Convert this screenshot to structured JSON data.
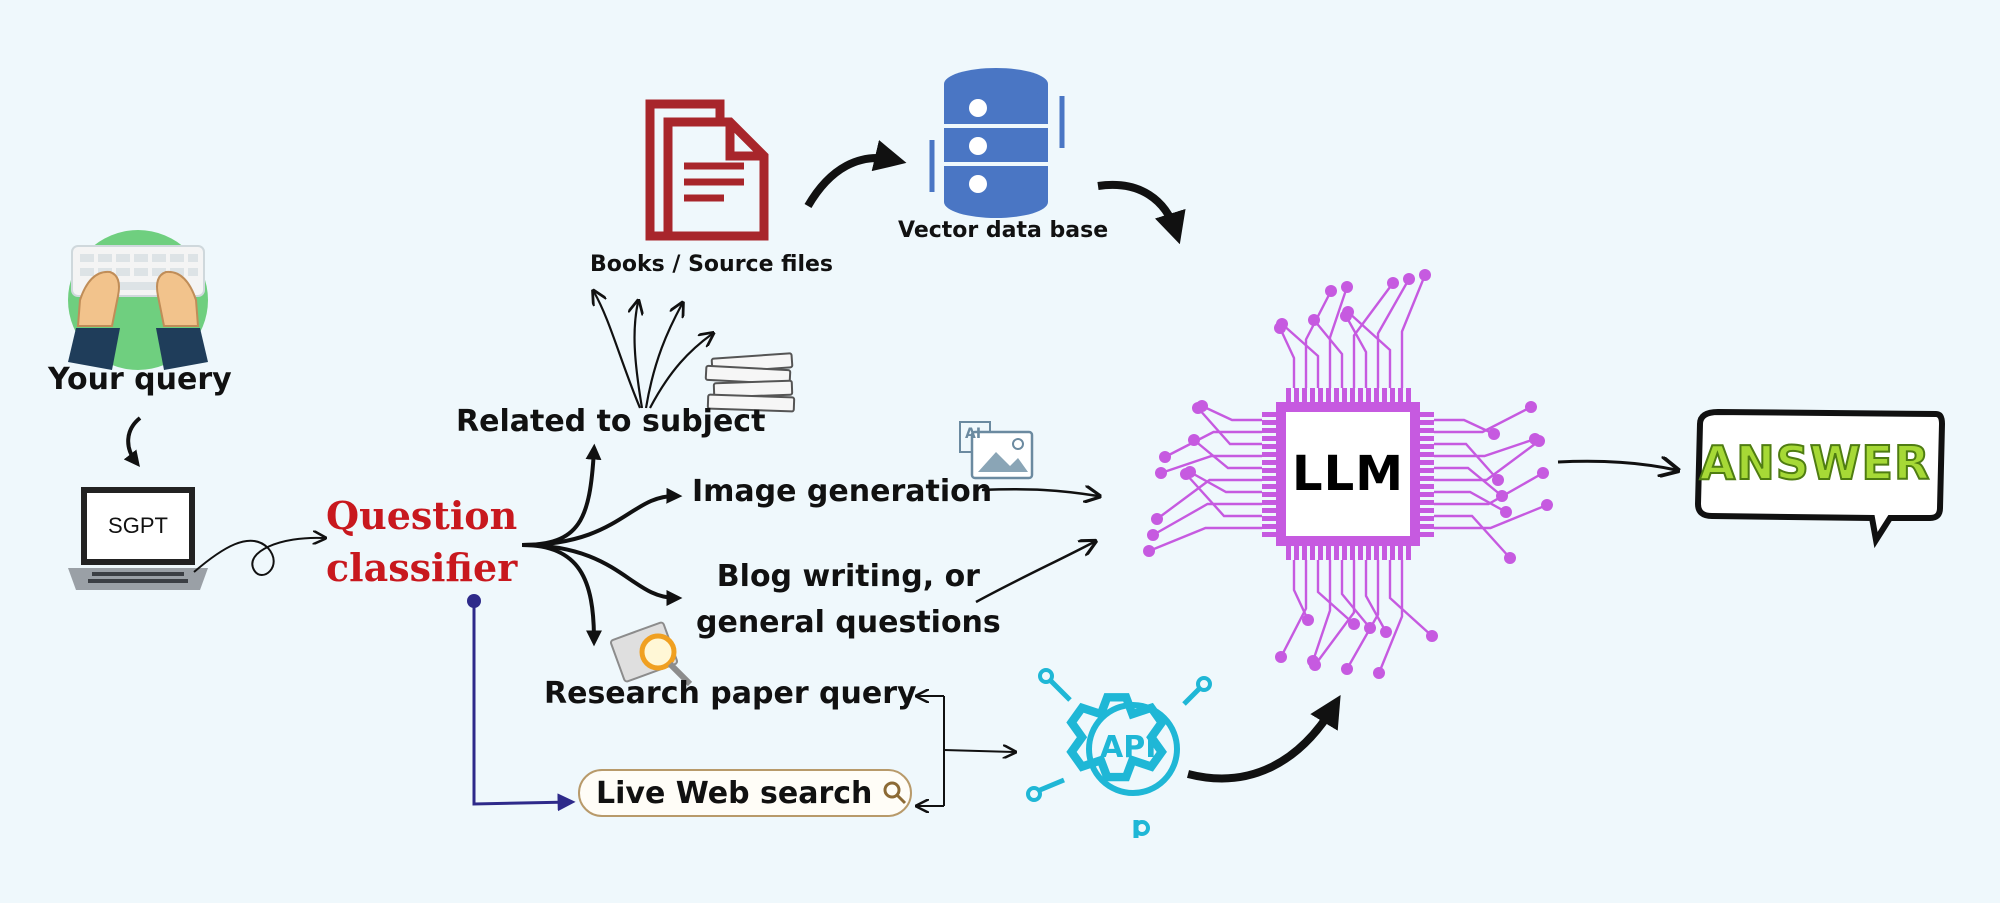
{
  "diagram": {
    "query_label": "Your query",
    "laptop_screen_text": "SGPT",
    "classifier_line1": "Question",
    "classifier_line2": "classifier",
    "branch_subject": "Related to subject",
    "books_label": "Books / Source files",
    "vector_db_label": "Vector data base",
    "branch_image": "Image generation",
    "ai_badge": "AI",
    "branch_blog_line1": "Blog writing, or",
    "branch_blog_line2": "general questions",
    "branch_research": "Research paper query",
    "web_search": "Live Web search",
    "api_label": "API",
    "llm_label": "LLM",
    "answer_label": "ANSWER"
  },
  "colors": {
    "background": "#eff8fc",
    "classifier_red": "#c8181e",
    "document_red": "#a8262b",
    "database_blue": "#4a76c4",
    "chip_purple": "#c65ae0",
    "api_cyan": "#1fb7d6",
    "web_search_line": "#2e2a8a",
    "answer_green": "#a6d936"
  }
}
